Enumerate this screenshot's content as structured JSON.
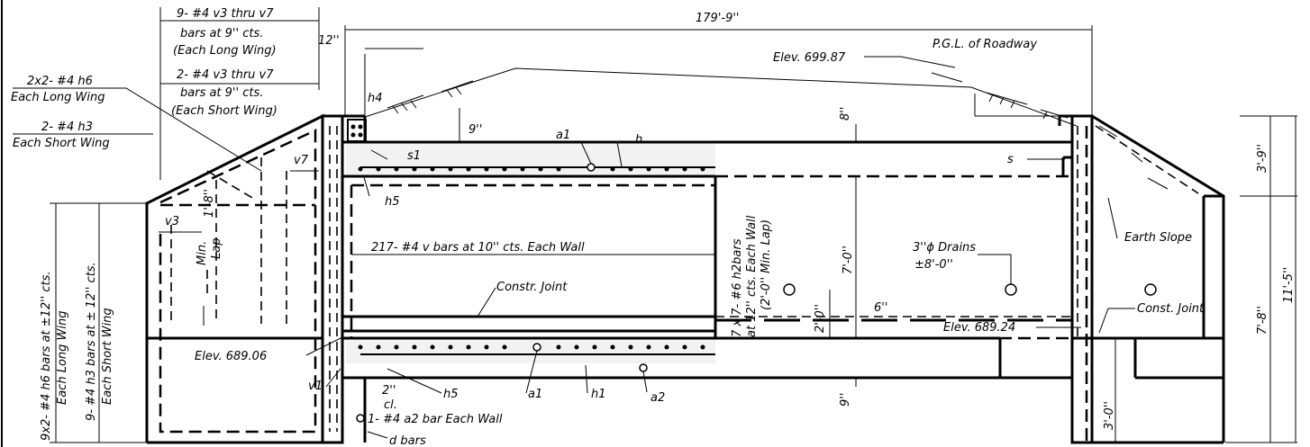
{
  "labels": {
    "v3_long": [
      "9- #4 v3 thru v7",
      "bars at 9'' cts.",
      "(Each Long Wing)"
    ],
    "v3_short": [
      "2- #4 v3 thru v7",
      "bars at 9'' cts.",
      "(Each Short Wing)"
    ],
    "overall_length": "179'-9''",
    "dim_12": "12''",
    "h6_long": [
      "2x2- #4 h6",
      "Each Long Wing"
    ],
    "h3_short": [
      "2- #4 h3",
      "Each Short Wing"
    ],
    "elev_top": "Elev. 699.87",
    "pgl": "P.G.L. of Roadway",
    "h4": "h4",
    "s1": "s1",
    "dim_9_top": "9''",
    "a1_top": "a1",
    "h_top": "h",
    "dim_8": "8''",
    "s": "s",
    "v7": "v7",
    "v3": "v3",
    "lap_18": "1'-8''",
    "min_lap": [
      "Min.",
      "Lap"
    ],
    "h5_top": "h5",
    "v_bars": "217- #4 v  bars at 10'' cts. Each Wall",
    "h2_bars": [
      "7 x 7- #6 h2bars",
      "at 12'' cts. Each Wall",
      "(2'-0'' Min. Lap)"
    ],
    "dim_70": "7'-0''",
    "drains": [
      "3''ϕ Drains",
      "±8'-0''"
    ],
    "earth_slope": "Earth Slope",
    "dim_39": "3'-9''",
    "dim_115": "11'-5''",
    "dim_78": "7'-8''",
    "constr_joint": "Constr. Joint",
    "dim_20": "2'-0''",
    "dim_6": "6''",
    "const_joint": "Const. Joint",
    "elev_bottom_right": "Elev. 689.24",
    "elev_bottom_left": "Elev. 689.06",
    "h6_bars_vert": [
      "9x2- #4 h6 bars at ±12'' cts.",
      "Each Long Wing"
    ],
    "h3_bars_vert": [
      "9- #4 h3 bars at ± 12'' cts.",
      "Each Short Wing"
    ],
    "v1": "v1",
    "dim_2_cl": [
      "2''",
      "cl."
    ],
    "h5_bottom": "h5",
    "a1_bottom": "a1",
    "h1": "h1",
    "a2": "a2",
    "a2_bar": "1- #4 a2 bar Each Wall",
    "d_bars": "d  bars",
    "dim_9_bottom": "9''",
    "dim_30": "3'-0''"
  }
}
